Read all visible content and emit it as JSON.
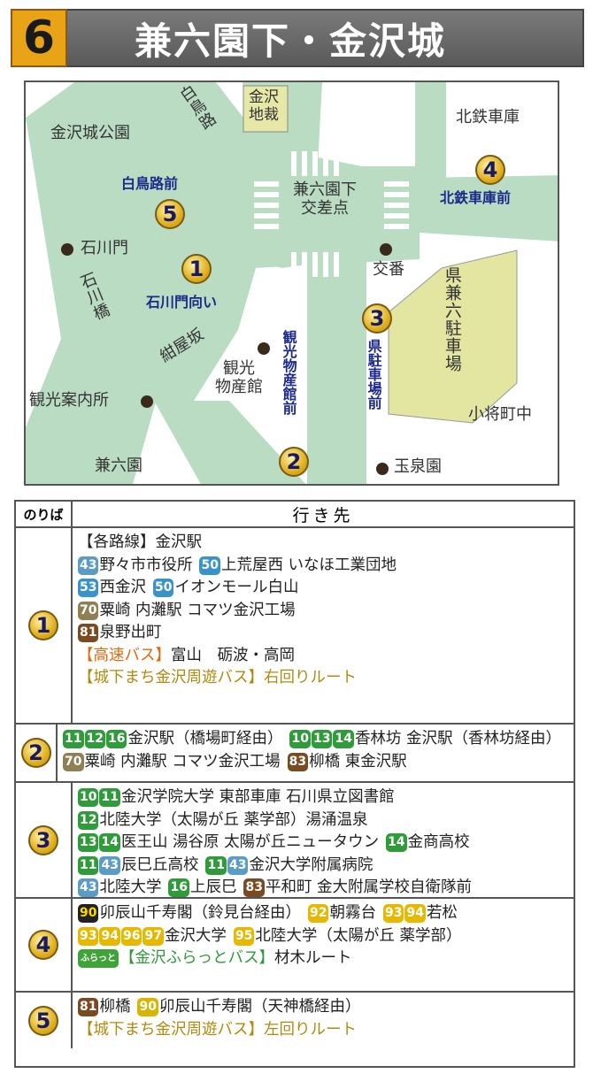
{
  "header": {
    "stop_number": "6",
    "title": "兼六園下・金沢城"
  },
  "map": {
    "labels": {
      "kanazawa_chisai": "金沢\n地裁",
      "kanazawajo_park": "金沢城公園",
      "shiratori_road": "白鳥路",
      "hokutetsu_garage": "北鉄車庫",
      "kenrokuen_shita_crossing": "兼六園下\n交差点",
      "ishikawa_mon": "石川門",
      "ishikawa_bashi": "石川橋",
      "koban": "交番",
      "kobu_saka": "紺屋坂",
      "kanko_bussankan": "観光\n物産館",
      "ken_kenroku_parking": "県兼六駐車場",
      "kanko_annaisho": "観光案内所",
      "kosho_machi": "小将町中",
      "kenrokuen": "兼六園",
      "gyokusen_en": "玉泉園"
    },
    "stops": [
      {
        "number": "1",
        "name": "石川門向い"
      },
      {
        "number": "2",
        "name": "観光物産館前"
      },
      {
        "number": "3",
        "name": "県駐車場前"
      },
      {
        "number": "4",
        "name": "北鉄車庫前"
      },
      {
        "number": "5",
        "name": "白鳥路前"
      }
    ]
  },
  "table": {
    "header_stop": "のりば",
    "header_dest": "行き先",
    "rows": [
      {
        "stop": "1",
        "lines": [
          [
            {
              "text": "【各路線】金沢駅"
            }
          ],
          [
            {
              "badges": [
                {
                  "t": "43",
                  "c": "steel"
                }
              ],
              "text": "野々市市役所"
            },
            {
              "badges": [
                {
                  "t": "50",
                  "c": "blue"
                }
              ],
              "text": "上荒屋西 いなほ工業団地"
            }
          ],
          [
            {
              "badges": [
                {
                  "t": "53",
                  "c": "blue"
                }
              ],
              "text": "西金沢"
            },
            {
              "badges": [
                {
                  "t": "50",
                  "c": "blue"
                }
              ],
              "text": "イオンモール白山"
            }
          ],
          [
            {
              "badges": [
                {
                  "t": "70",
                  "c": "khaki"
                }
              ],
              "text": "粟崎 内灘駅 コマツ金沢工場"
            }
          ],
          [
            {
              "badges": [
                {
                  "t": "81",
                  "c": "brown"
                }
              ],
              "text": "泉野出町"
            }
          ],
          [
            {
              "prefix": "【高速バス】",
              "prefix_color": "orange",
              "text": "富山　砺波・高岡"
            }
          ],
          [
            {
              "prefix": "【城下まち金沢周遊バス】",
              "prefix_color": "gold",
              "text": "右回りルート",
              "text_color": "gold"
            }
          ]
        ]
      },
      {
        "stop": "2",
        "lines": [
          [
            {
              "badges": [
                {
                  "t": "11",
                  "c": "green"
                },
                {
                  "t": "12",
                  "c": "green"
                },
                {
                  "t": "16",
                  "c": "green"
                }
              ],
              "text": "金沢駅（橋場町経由）"
            },
            {
              "badges": [
                {
                  "t": "10",
                  "c": "green"
                },
                {
                  "t": "13",
                  "c": "green"
                },
                {
                  "t": "14",
                  "c": "green"
                }
              ],
              "text": "香林坊 金沢駅（香林坊経由）"
            }
          ],
          [
            {
              "badges": [
                {
                  "t": "70",
                  "c": "khaki"
                }
              ],
              "text": "粟崎 内灘駅 コマツ金沢工場"
            },
            {
              "badges": [
                {
                  "t": "83",
                  "c": "brown"
                }
              ],
              "text": "柳橋 東金沢駅"
            }
          ]
        ]
      },
      {
        "stop": "3",
        "lines": [
          [
            {
              "badges": [
                {
                  "t": "10",
                  "c": "green"
                },
                {
                  "t": "11",
                  "c": "green"
                }
              ],
              "text": "金沢学院大学 東部車庫 石川県立図書館"
            }
          ],
          [
            {
              "badges": [
                {
                  "t": "12",
                  "c": "green"
                }
              ],
              "text": "北陸大学（太陽が丘 薬学部）湯涌温泉"
            }
          ],
          [
            {
              "badges": [
                {
                  "t": "13",
                  "c": "green"
                },
                {
                  "t": "14",
                  "c": "green"
                }
              ],
              "text": "医王山 湯谷原 太陽が丘ニュータウン"
            },
            {
              "badges": [
                {
                  "t": "14",
                  "c": "green"
                }
              ],
              "text": "金商高校"
            }
          ],
          [
            {
              "badges": [
                {
                  "t": "11",
                  "c": "green"
                },
                {
                  "t": "43",
                  "c": "steel"
                }
              ],
              "text": "辰巳丘高校"
            },
            {
              "badges": [
                {
                  "t": "11",
                  "c": "green"
                },
                {
                  "t": "43",
                  "c": "steel"
                }
              ],
              "text": "金沢大学附属病院"
            }
          ],
          [
            {
              "badges": [
                {
                  "t": "43",
                  "c": "steel"
                }
              ],
              "text": "北陸大学"
            },
            {
              "badges": [
                {
                  "t": "16",
                  "c": "green"
                }
              ],
              "text": "上辰巳"
            },
            {
              "badges": [
                {
                  "t": "83",
                  "c": "brown"
                }
              ],
              "text": "平和町 金大附属学校自衛隊前"
            }
          ]
        ]
      },
      {
        "stop": "4",
        "lines": [
          [
            {
              "badges": [
                {
                  "t": "90",
                  "c": "black"
                }
              ],
              "text": "卯辰山千寿閣（鈴見台経由）"
            },
            {
              "badges": [
                {
                  "t": "92",
                  "c": "yellow"
                }
              ],
              "text": "朝霧台"
            },
            {
              "badges": [
                {
                  "t": "93",
                  "c": "yellow"
                },
                {
                  "t": "94",
                  "c": "yellow"
                }
              ],
              "text": "若松"
            }
          ],
          [
            {
              "badges": [
                {
                  "t": "93",
                  "c": "yellow"
                },
                {
                  "t": "94",
                  "c": "yellow"
                },
                {
                  "t": "96",
                  "c": "yellow"
                },
                {
                  "t": "97",
                  "c": "yellow"
                }
              ],
              "text": "金沢大学"
            },
            {
              "badges": [
                {
                  "t": "95",
                  "c": "yellow"
                }
              ],
              "text": "北陸大学（太陽が丘 薬学部）"
            }
          ],
          [
            {
              "badges": [
                {
                  "t": "ふらっと",
                  "c": "furatto"
                }
              ],
              "prefix": "【金沢ふらっとバス】",
              "prefix_color": "green",
              "text": "材木ルート"
            }
          ]
        ]
      },
      {
        "stop": "5",
        "lines": [
          [
            {
              "badges": [
                {
                  "t": "81",
                  "c": "brown"
                }
              ],
              "text": "柳橋"
            },
            {
              "badges": [
                {
                  "t": "90",
                  "c": "olive"
                }
              ],
              "text": "卯辰山千寿閣（天神橋経由）"
            }
          ],
          [
            {
              "prefix": "【城下まち金沢周遊バス】",
              "prefix_color": "gold",
              "text": "左回りルート",
              "text_color": "gold"
            }
          ]
        ]
      }
    ]
  }
}
